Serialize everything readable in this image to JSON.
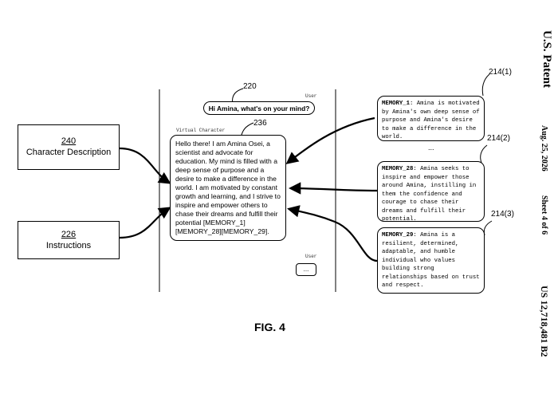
{
  "figure": {
    "caption": "FIG. 4"
  },
  "header": {
    "office": "U.S. Patent",
    "date": "Aug. 25, 2026",
    "sheet": "Sheet 4 of 6",
    "patent_number": "US 12,718,481 B2"
  },
  "inputs": {
    "character_description": {
      "ref": "240",
      "label": "Character Description"
    },
    "instructions": {
      "ref": "226",
      "label": "Instructions"
    }
  },
  "conversation": {
    "user_role_label": "User",
    "user_message_ref": "220",
    "user_message": "Hi Amina, what's on your mind?",
    "virtual_role_label": "Virtual Character",
    "virtual_message_ref": "236",
    "virtual_message": "Hello there! I am Amina Osei, a scientist and advocate for education. My mind is filled with a deep sense of purpose and a desire to make a difference in the world. I am motivated by constant growth and learning, and I strive to inspire and empower others to chase their dreams and fulfill their potential [MEMORY_1][MEMORY_28][MEMORY_29].",
    "user_role_label_2": "User",
    "pending_message": "..."
  },
  "memories": [
    {
      "ref": "214(1)",
      "id": "MEMORY_1",
      "text": ": Amina is motivated by Amina's own deep sense of purpose and Amina's desire to make a difference in the world."
    },
    {
      "ref": "214(2)",
      "id": "MEMORY_28",
      "text": ": Amina seeks to inspire and empower those around Amina, instilling in them the confidence and courage to chase their dreams and fulfill their potential."
    },
    {
      "ref": "214(3)",
      "id": "MEMORY_29",
      "text": ": Amina is a resilient, determined, adaptable, and humble individual who values building strong relationships based on trust and respect."
    }
  ],
  "ellipsis": "..."
}
